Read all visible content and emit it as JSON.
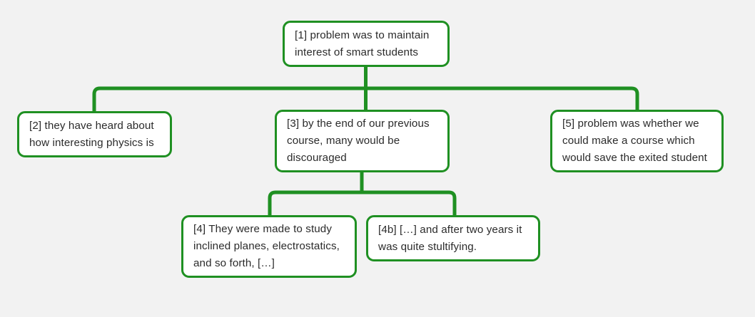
{
  "diagram": {
    "type": "tree",
    "orientation": "top-down",
    "background_color": "#f2f2f2",
    "node_border_color": "#1f9022",
    "node_fill_color": "#ffffff",
    "connector_color": "#1f9022",
    "text_color": "#2b2b2b",
    "nodes": [
      {
        "id": "1",
        "label": "[1] problem was to maintain interest of smart students",
        "level": 0
      },
      {
        "id": "2",
        "label": "[2] they have heard about how interesting physics is",
        "level": 1
      },
      {
        "id": "3",
        "label": "[3] by the end of our previous course, many would be discouraged",
        "level": 1
      },
      {
        "id": "5",
        "label": "[5] problem was whether we could make a course which would save the exited student",
        "level": 1
      },
      {
        "id": "4",
        "label": "[4] They were made to study inclined planes, electrostatics, and so forth, […]",
        "level": 2
      },
      {
        "id": "4b",
        "label": "[4b] […] and after two years it was quite stultifying.",
        "level": 2
      }
    ],
    "edges": [
      {
        "from": "1",
        "to": "2"
      },
      {
        "from": "1",
        "to": "3"
      },
      {
        "from": "1",
        "to": "5"
      },
      {
        "from": "3",
        "to": "4"
      },
      {
        "from": "3",
        "to": "4b"
      }
    ]
  }
}
